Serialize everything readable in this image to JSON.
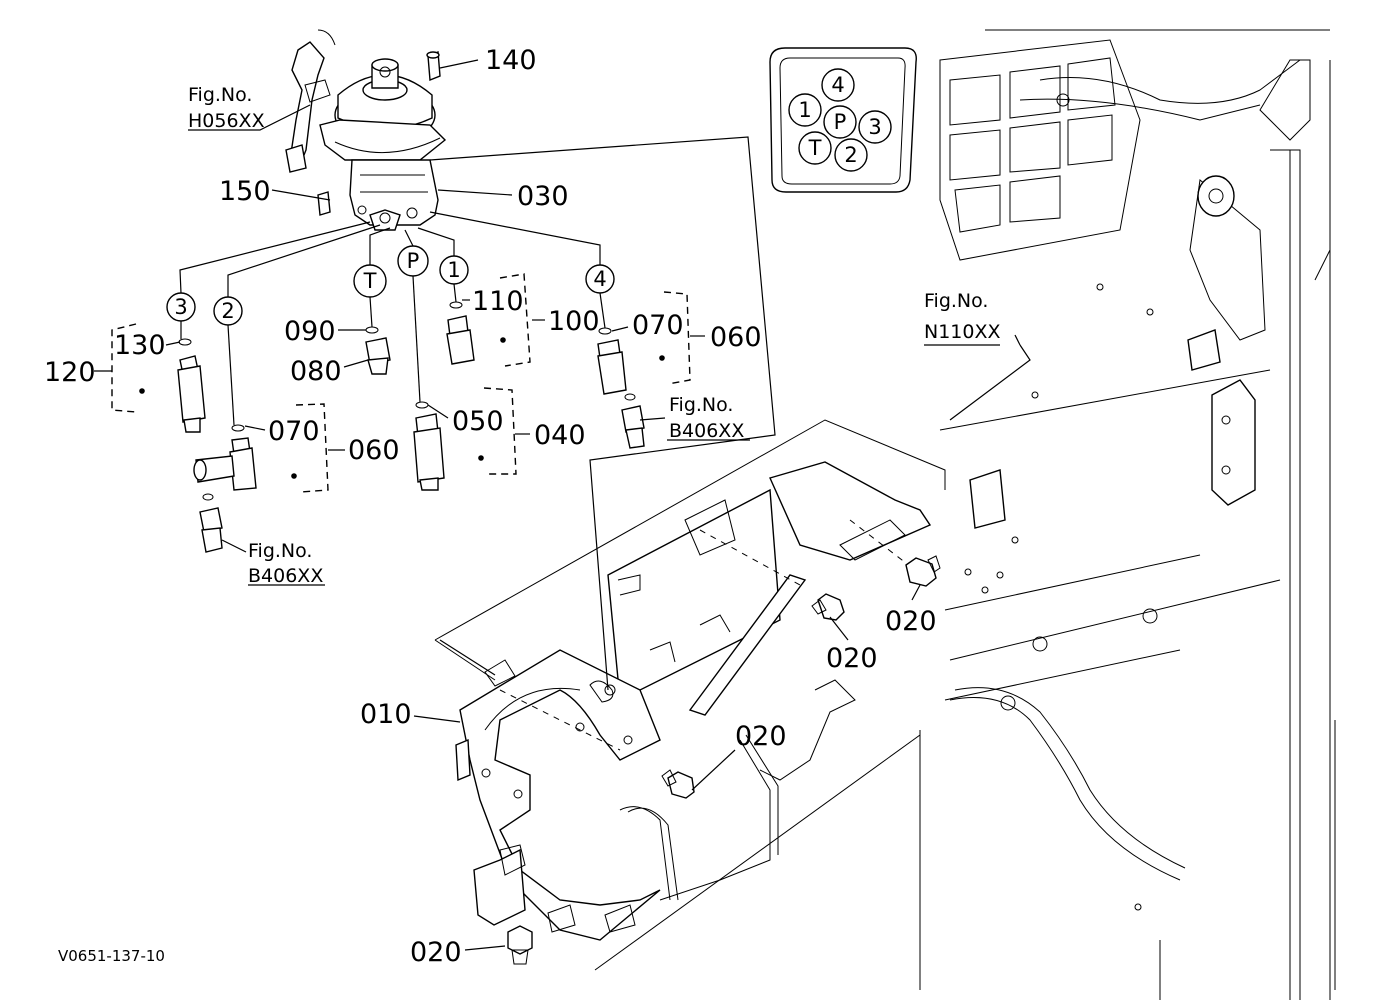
{
  "drawing_id": "V0651-137-10",
  "fig_label": "Fig.No.",
  "fig_refs": {
    "top_left": "H056XX",
    "right": "N110XX",
    "mid_right": "B406XX",
    "bottom_left": "B406XX"
  },
  "ports": {
    "p1": "1",
    "p2": "2",
    "p3": "3",
    "p4": "4",
    "pP": "P",
    "pT": "T"
  },
  "part_numbers": {
    "n140": "140",
    "n030": "030",
    "n150": "150",
    "n130": "130",
    "n120": "120",
    "n090": "090",
    "n080": "080",
    "n110": "110",
    "n100": "100",
    "n070a": "070",
    "n060a": "060",
    "n070b": "070",
    "n060b": "060",
    "n050": "050",
    "n040": "040",
    "n020a": "020",
    "n020b": "020",
    "n020c": "020",
    "n020d": "020",
    "n010": "010"
  }
}
